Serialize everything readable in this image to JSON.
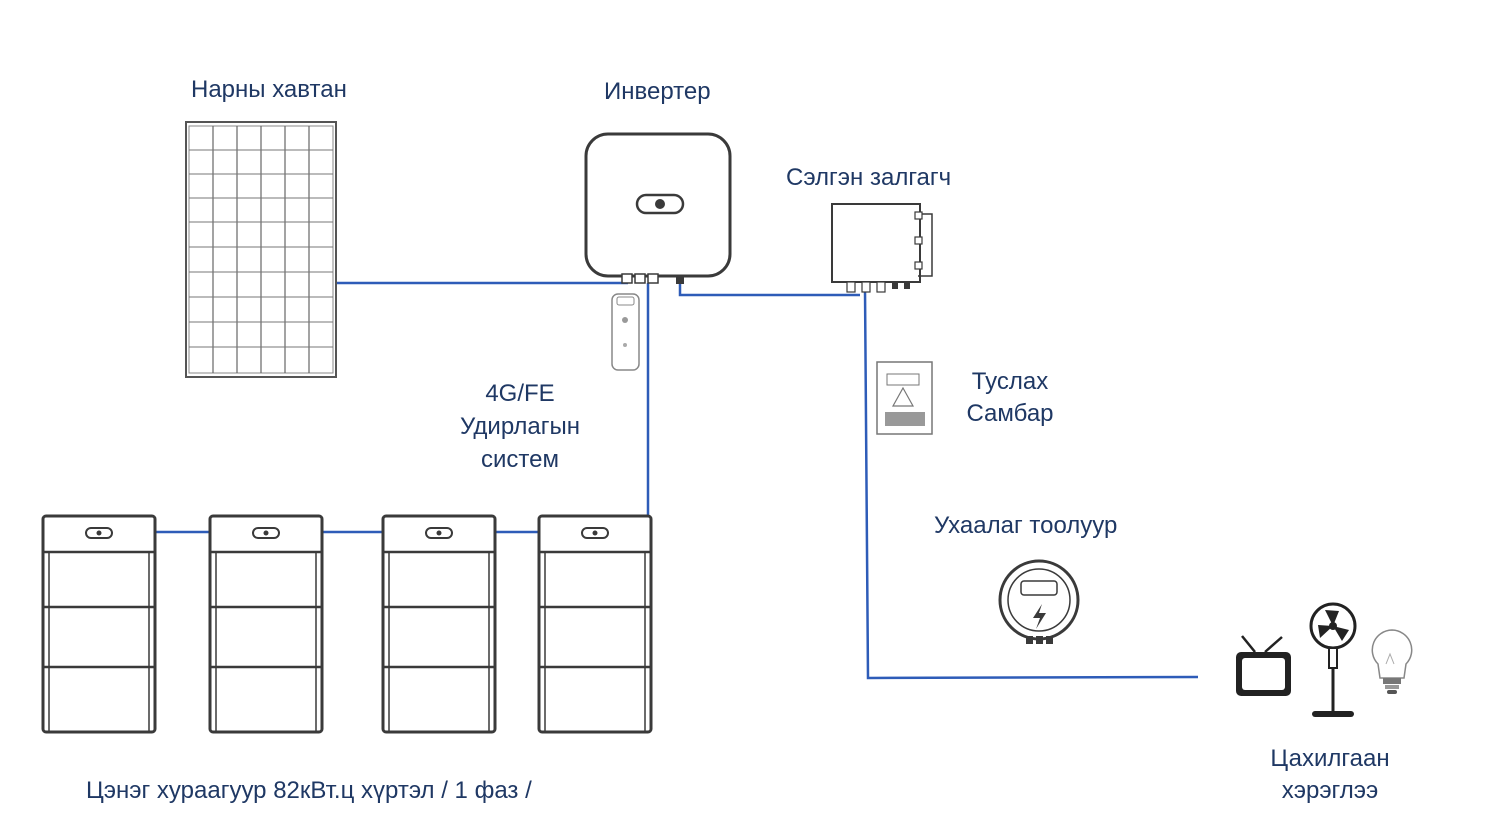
{
  "labels": {
    "solar_panel": "Нарны хавтан",
    "inverter": "Инвертер",
    "backup_switch": "Сэлгэн залгагч",
    "control_system": [
      "4G/FE",
      "Удирлагын",
      "систем"
    ],
    "aux_panel": [
      "Туслах",
      "Самбар"
    ],
    "smart_meter": "Ухаалаг тоолуур",
    "appliances": [
      "Цахилгаан",
      "хэрэглээ"
    ],
    "battery": "Цэнэг хураагуур 82кВт.ц хүртэл / 1 фаз /"
  },
  "colors": {
    "wire": "#2e5cb8",
    "text": "#1f3864",
    "device_stroke": "#3a3a3a",
    "panel_stroke": "#555555"
  },
  "icons": [
    "solar-panel-icon",
    "inverter-icon",
    "dongle-icon",
    "backup-switch-icon",
    "aux-panel-icon",
    "smart-meter-icon",
    "tv-icon",
    "fan-icon",
    "bulb-icon",
    "battery-icon"
  ]
}
